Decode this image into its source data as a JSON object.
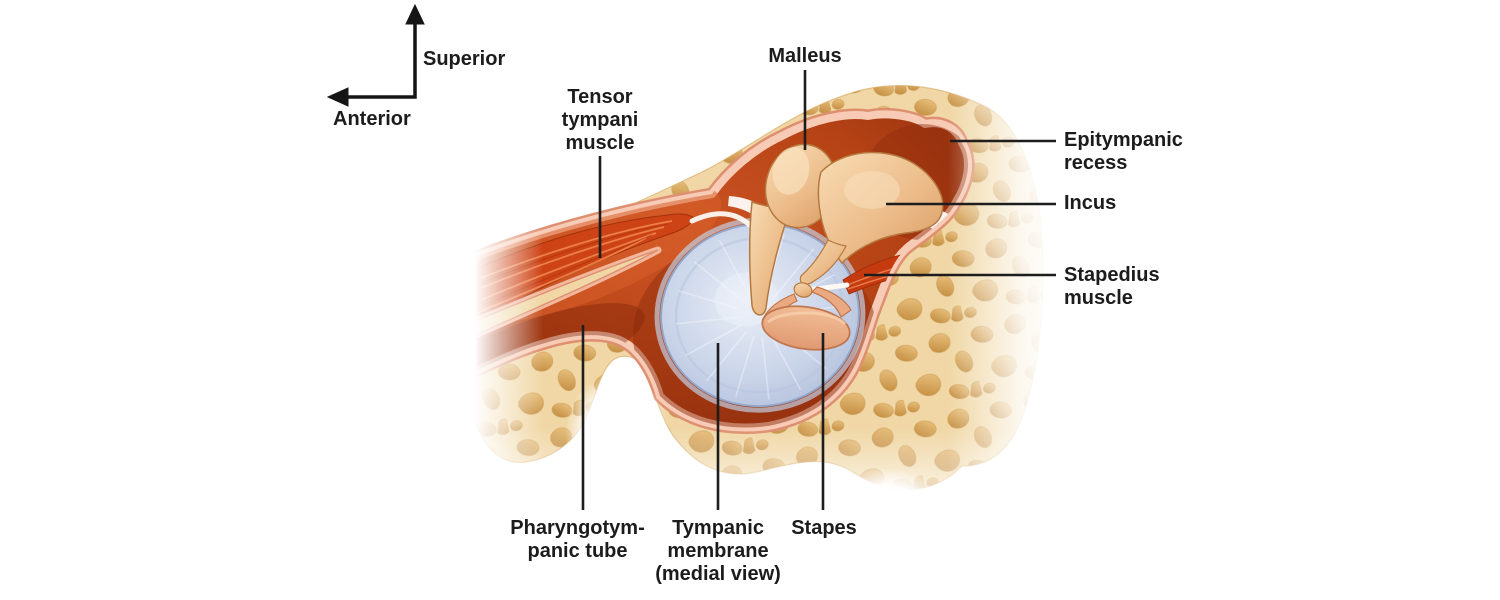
{
  "orientation": {
    "vertical_label": "Superior",
    "horizontal_label": "Anterior"
  },
  "labels": {
    "malleus": {
      "text": "Malleus"
    },
    "tensor_tympani": {
      "lines": [
        "Tensor",
        "tympani",
        "muscle"
      ]
    },
    "epitympanic_recess": {
      "lines": [
        "Epitympanic",
        "recess"
      ]
    },
    "incus": {
      "text": "Incus"
    },
    "stapedius_muscle": {
      "lines": [
        "Stapedius",
        "muscle"
      ]
    },
    "pharyngotympanic_tube": {
      "lines": [
        "Pharyngotym-",
        "panic tube"
      ]
    },
    "tympanic_membrane": {
      "lines": [
        "Tympanic",
        "membrane",
        "(medial view)"
      ]
    },
    "stapes": {
      "text": "Stapes"
    }
  },
  "colors": {
    "background": "#ffffff",
    "bone": "#f0d7a5",
    "bone_spots": "#c8913f",
    "cavity_red": "#b64315",
    "cavity_dark": "#8f2d0d",
    "mucosa_lining": "#f7cbb5",
    "lining_edge": "#de8f70",
    "ossicle": "#ecbd8b",
    "ossicle_outline": "#b5793f",
    "tympanic_membrane": "#ccd6ea",
    "membrane_rim": "#93a7cb",
    "muscle_red": "#ce4316",
    "muscle_striation": "#f0894f",
    "stapes_footplate": "#eba981",
    "tendon_white": "#fdf9f3",
    "leader_line": "#1d1d1d",
    "text": "#1c1c1c"
  }
}
